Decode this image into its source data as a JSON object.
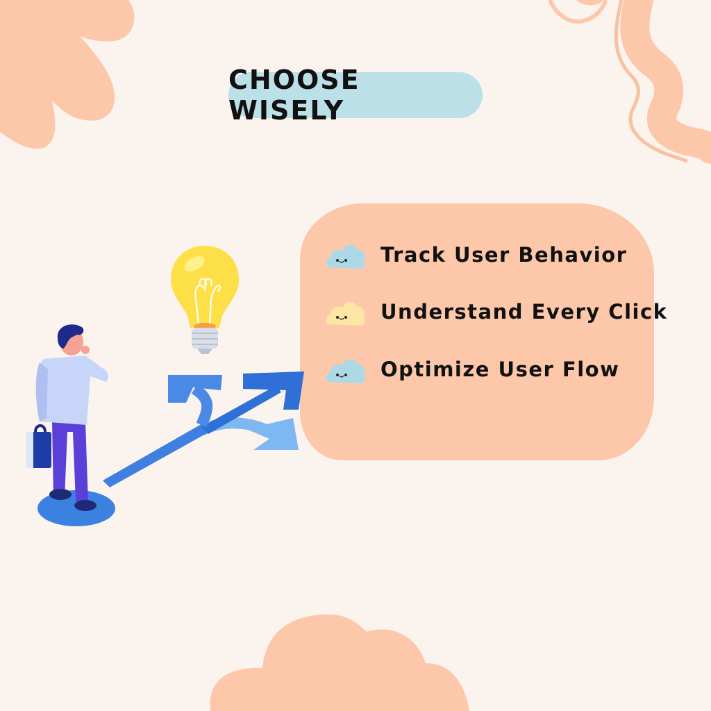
{
  "header": {
    "title": "CHOOSE WISELY"
  },
  "list": {
    "items": [
      {
        "label": "Track User Behavior",
        "icon": "cloud-face-icon",
        "icon_color": "#add9e6"
      },
      {
        "label": "Understand Every Click",
        "icon": "cloud-face-icon",
        "icon_color": "#fce6a3"
      },
      {
        "label": "Optimize User Flow",
        "icon": "cloud-face-icon",
        "icon_color": "#add9e6"
      }
    ]
  },
  "illustration": {
    "subject": "person-at-crossroads",
    "elements": [
      "lightbulb-icon",
      "branching-arrows",
      "person-with-briefcase"
    ]
  },
  "colors": {
    "background": "#fbf3ee",
    "accent_peach": "#fdc8aa",
    "title_pill": "#bce0e7",
    "arrow_blue": "#3f7fe0",
    "arrow_light_blue": "#7db8f2",
    "bulb_yellow": "#fde047"
  }
}
